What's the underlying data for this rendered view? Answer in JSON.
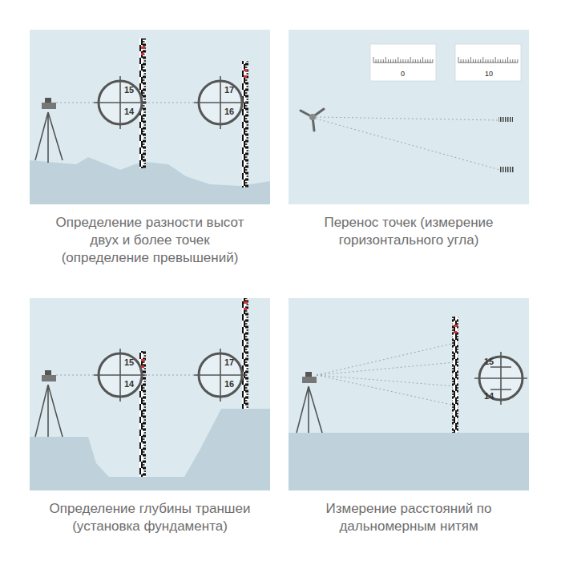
{
  "diagram": {
    "nodes": [
      {
        "text": [
          "Определение разности высот двух и более точек (определение превышений)"
        ]
      },
      {
        "text": [
          "Перенос точек (измерение горизонтального угла)"
        ]
      },
      {
        "text": [
          "Определение глубины траншеи (установка фундамента)"
        ]
      },
      {
        "text": [
          "Измерение расстояний по дальномерным нитям"
        ]
      }
    ],
    "labels": [
      "15",
      "14",
      "17",
      "16",
      "0",
      "10",
      "15",
      "14",
      "17",
      "16",
      "15",
      "14"
    ]
  }
}
